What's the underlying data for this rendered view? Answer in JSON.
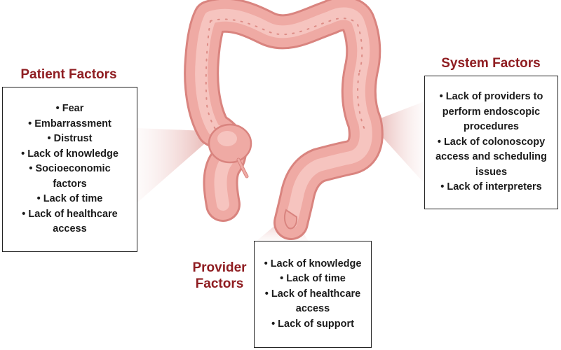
{
  "colors": {
    "heading": "#8f1d21",
    "colon_fill": "#efaaa4",
    "colon_shadow": "#d9847f",
    "box_border": "#222222"
  },
  "illustration": {
    "icon": "colon-icon"
  },
  "patient": {
    "title": "Patient Factors",
    "items": [
      "Fear",
      "Embarrassment",
      "Distrust",
      "Lack of knowledge",
      "Socioeconomic factors",
      "Lack of time",
      "Lack of healthcare access"
    ]
  },
  "system": {
    "title": "System Factors",
    "items": [
      "Lack of providers to perform endoscopic procedures",
      "Lack of colonoscopy access and scheduling issues",
      "Lack of interpreters"
    ]
  },
  "provider": {
    "title_line1": "Provider",
    "title_line2": "Factors",
    "items": [
      "Lack of knowledge",
      "Lack of time",
      "Lack of healthcare access",
      "Lack of support"
    ]
  }
}
